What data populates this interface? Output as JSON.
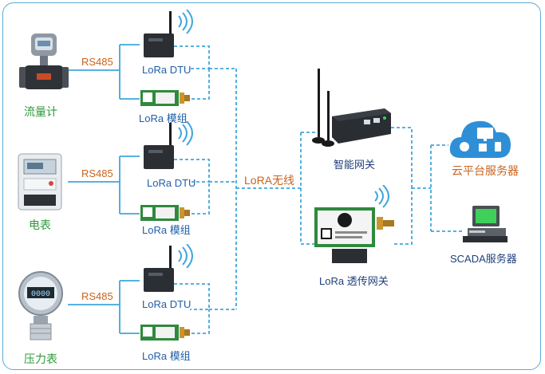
{
  "colors": {
    "wire_solid": "#3fa7dd",
    "wire_dashed": "#3fa7dd",
    "label_blue": "#1f5fa8",
    "label_green": "#2e9a3a",
    "label_orange": "#c8641e"
  },
  "sensors": [
    {
      "label": "流量计",
      "protocol": "RS485",
      "icon": "flowmeter-icon"
    },
    {
      "label": "电表",
      "protocol": "RS485",
      "icon": "electric-meter-icon"
    },
    {
      "label": "压力表",
      "protocol": "RS485",
      "icon": "pressure-gauge-icon"
    }
  ],
  "nodes": {
    "dtu_label": "LoRa DTU",
    "module_label": "LoRa 模组"
  },
  "wireless_label": "LoRA无线",
  "gateways": {
    "smart_gateway": "智能网关",
    "transparent_gateway": "LoRa 透传网关"
  },
  "servers": {
    "cloud": "云平台服务器",
    "scada": "SCADA服务器"
  }
}
